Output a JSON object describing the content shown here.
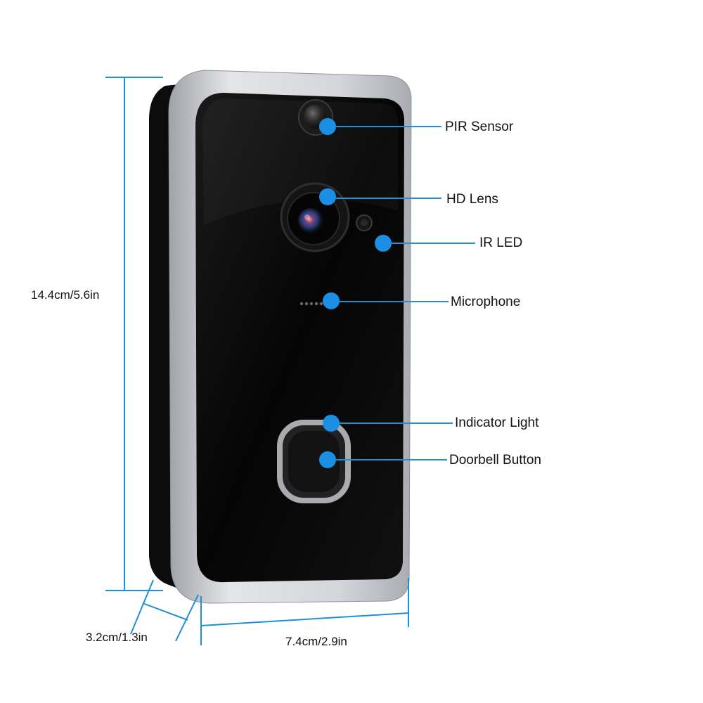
{
  "colors": {
    "accent": "#1f8fd6",
    "dot": "#1a8fe3",
    "body": "#0a0a0a",
    "frame": "#c9cbcf",
    "text": "#111111"
  },
  "callouts": {
    "pir_sensor": "PIR Sensor",
    "hd_lens": "HD Lens",
    "ir_led": "IR LED",
    "microphone": "Microphone",
    "indicator_light": "Indicator Light",
    "doorbell_button": "Doorbell Button"
  },
  "dimensions": {
    "height": "14.4cm/5.6in",
    "depth": "3.2cm/1.3in",
    "width": "7.4cm/2.9in"
  }
}
